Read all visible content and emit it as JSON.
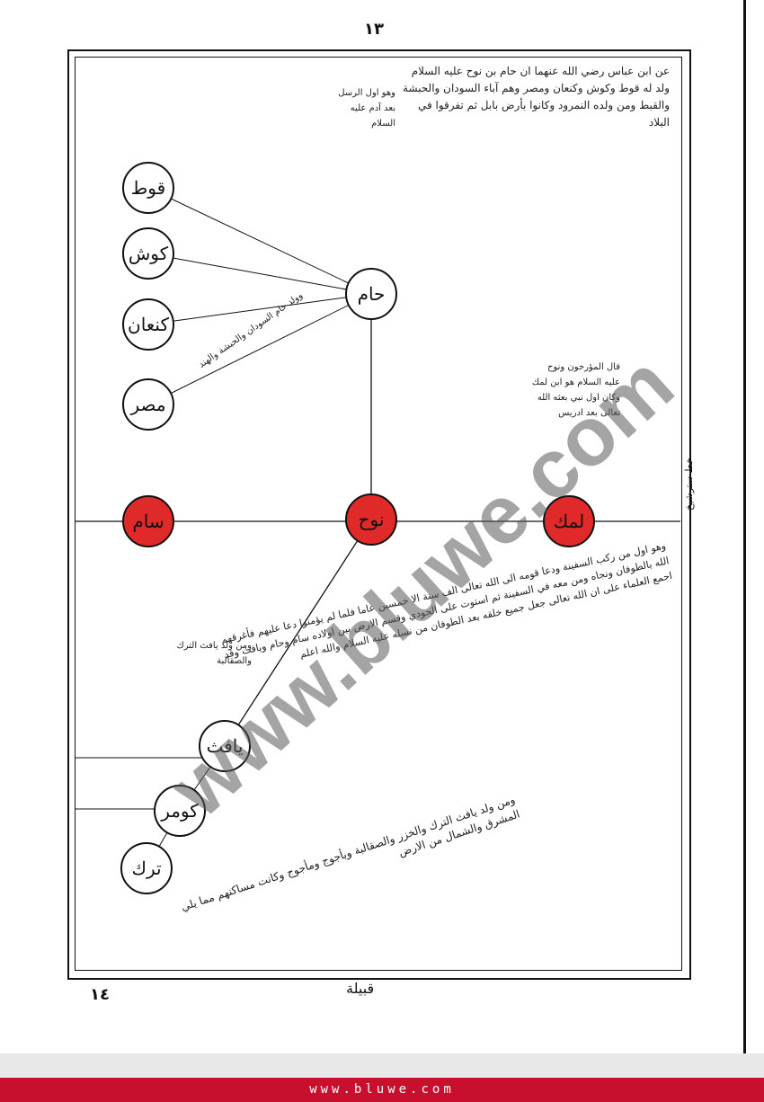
{
  "page": {
    "page_number": "١٣",
    "bottom_page_number": "١٤",
    "catchword": "قبيلة",
    "margin_label": "خط سترشیخ"
  },
  "tree": {
    "center": "نوح",
    "left_red": "سام",
    "right_red": "لمك",
    "ham": "حام",
    "ham_sons": [
      "قوط",
      "كوش",
      "كنعان",
      "مصر"
    ],
    "yafith": "يافث",
    "yafith_sons": [
      "كومر",
      "ترك"
    ]
  },
  "text": {
    "block_top": "عن ابن عباس رضي الله عنهما ان حام بن نوح عليه السلام ولد له قوط وكوش وكنعان ومصر وهم آباء السودان والحبشة والقبط ومن ولده النمرود وكانوا بأرض بابل ثم تفرقوا في البلاد",
    "block_noah_note": "وهو اول الرسل بعد آدم عليه السلام",
    "block_ham_note": "وولد حام السودان والحبشة والهند",
    "block_mid_right": "قال المؤرخون ونوح عليه السلام هو ابن لمك وكان اول نبي بعثه الله تعالى بعد ادريس",
    "block_diagonal": "وهو اول من ركب السفينة ودعا قومه الى الله تعالى الف سنة الا خمسين عاما فلما لم يؤمنوا دعا عليهم فأغرقهم الله بالطوفان ونجاه ومن معه في السفينة ثم استوت على الجودي وقسم الارض بين اولاده سام وحام ويافث وقد اجمع العلماء على ان الله تعالى جعل جميع خلقه بعد الطوفان من نسله عليه السلام والله اعلم",
    "block_yafith_note": "ومن ولد يافث الترك والصقالبة",
    "block_bottom": "ومن ولد يافث الترك والخزر والصقالبة ويأجوج ومأجوج وكانت مساكنهم مما يلي المشرق والشمال من الارض"
  },
  "watermark": "www.bluwe.com",
  "footer": {
    "url": "www.bluwe.com"
  },
  "colors": {
    "accent": "#e02a2a",
    "footer_red": "#c8102e",
    "ink": "#111111"
  }
}
